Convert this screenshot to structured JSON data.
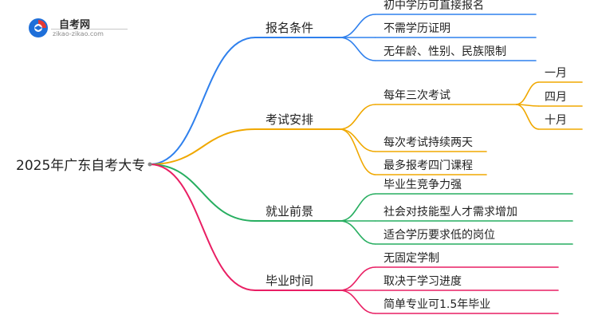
{
  "logo": {
    "title": "自考网",
    "url": "zikao-zikao.com"
  },
  "root": {
    "label": "2025年广东自考大专"
  },
  "colors": {
    "blue": "#2f80ed",
    "orange": "#f0a800",
    "green": "#27ae60",
    "pink": "#e91e63"
  },
  "branches": [
    {
      "label": "报名条件",
      "color": "blue",
      "children": [
        {
          "label": "初中学历可直接报名"
        },
        {
          "label": "不需学历证明"
        },
        {
          "label": "无年龄、性别、民族限制"
        }
      ]
    },
    {
      "label": "考试安排",
      "color": "orange",
      "children": [
        {
          "label": "每年三次考试",
          "children": [
            "一月",
            "四月",
            "十月"
          ]
        },
        {
          "label": "每次考试持续两天"
        },
        {
          "label": "最多报考四门课程"
        }
      ]
    },
    {
      "label": "就业前景",
      "color": "green",
      "children": [
        {
          "label": "毕业生竞争力强"
        },
        {
          "label": "社会对技能型人才需求增加"
        },
        {
          "label": "适合学历要求低的岗位"
        }
      ]
    },
    {
      "label": "毕业时间",
      "color": "pink",
      "children": [
        {
          "label": "无固定学制"
        },
        {
          "label": "取决于学习进度"
        },
        {
          "label": "简单专业可1.5年毕业"
        }
      ]
    }
  ]
}
